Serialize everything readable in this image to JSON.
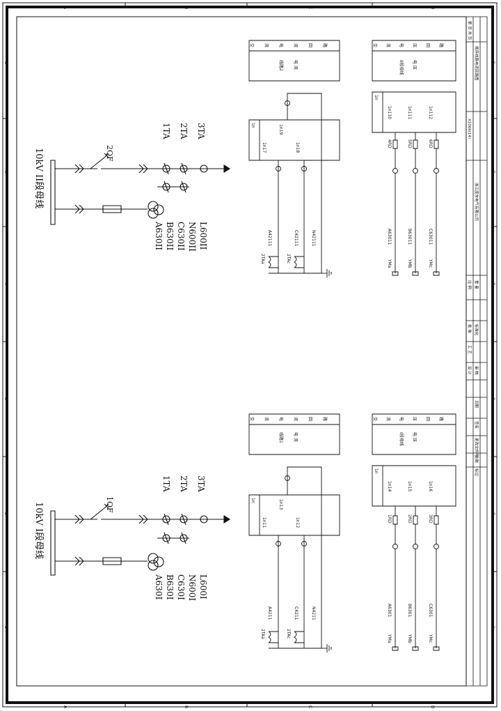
{
  "frame": {
    "zones_top": [
      "A",
      "B",
      "C",
      "D"
    ],
    "zones_side": [
      "1",
      "2",
      "3",
      "4",
      "5",
      "6"
    ],
    "symbols": [
      "×",
      "∨",
      "φ",
      "↑"
    ]
  },
  "title_block": {
    "company": "浙江度东电气有限公司",
    "drawing_title": "规序线路电流回路图",
    "drawing_no": "X1066(14)",
    "sheet_label": "第 页 共 页",
    "rev_headers": [
      "标记",
      "处数",
      "更改文件号",
      "签名",
      "日期"
    ],
    "role_labels": [
      "设 计",
      "审 核",
      "工 艺",
      "标准化",
      "批 准"
    ],
    "scale_labels": [
      "比 例",
      "重 量"
    ]
  },
  "one_line": {
    "bus_II": "10kV II段母线",
    "bus_I": "10kV I段母线",
    "breaker_II": "2QF",
    "breaker_I": "1QF",
    "ct_labels_II": [
      "1TA",
      "2TA",
      "3TA"
    ],
    "ct_labels_I": [
      "1TA",
      "2TA",
      "3TA"
    ],
    "pt_wires_II": [
      "A630II",
      "B630II",
      "C630II",
      "N600II",
      "L600II"
    ],
    "pt_wires_I": [
      "A630I",
      "B630I",
      "C630I",
      "N600I",
      "L600I"
    ]
  },
  "panel_line2": {
    "title_chars": [
      "交",
      "流",
      "电",
      "流",
      "回",
      "路"
    ],
    "name": "线路2",
    "sub": "电 流",
    "device": "1n",
    "term_top": "1n19",
    "term_a": "1n17",
    "term_c": "1n18",
    "ct_a": "2TAa",
    "ct_c": "2TAc",
    "wire_a": "A42111",
    "wire_c": "C42111",
    "wire_n": "N42111"
  },
  "panel_line1": {
    "title_chars": [
      "交",
      "流",
      "电",
      "流",
      "回",
      "路"
    ],
    "name": "线路1",
    "sub": "电 流",
    "device": "1n",
    "term_top": "1n13",
    "term_a": "1n11",
    "term_c": "1n12",
    "ct_a": "2TAa",
    "ct_c": "2TAc",
    "wire_a": "A4211",
    "wire_c": "C4211",
    "wire_n": "N4211"
  },
  "panel_volt_II": {
    "title_chars": [
      "交",
      "流",
      "电",
      "压",
      "回",
      "路"
    ],
    "name": "II段母线",
    "sub": "电 压",
    "device": "1n",
    "terms": [
      "1n110",
      "1n111",
      "1n112"
    ],
    "fuses": [
      "4RD",
      "5RD",
      "6RD"
    ],
    "wires": [
      "A63011",
      "B63011",
      "C63011"
    ],
    "ym": [
      "YMa",
      "YMb",
      "YMc"
    ]
  },
  "panel_volt_I": {
    "title_chars": [
      "交",
      "流",
      "电",
      "压",
      "回",
      "路"
    ],
    "name": "I段母线",
    "sub": "电 压",
    "device": "1n",
    "terms": [
      "1n14",
      "1n15",
      "1n16"
    ],
    "fuses": [
      "1RD",
      "2RD",
      "3RD"
    ],
    "wires": [
      "A6301",
      "B6301",
      "C6301"
    ],
    "ym": [
      "YMa",
      "YMb",
      "YMc"
    ]
  }
}
